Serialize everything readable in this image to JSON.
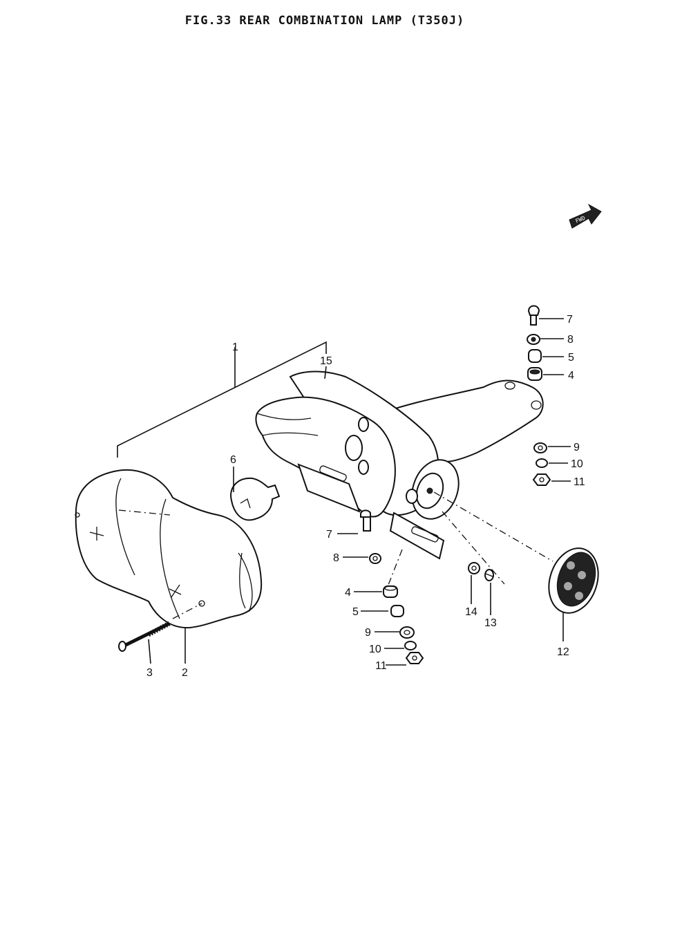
{
  "title": "FIG.33 REAR COMBINATION LAMP (T350J)",
  "fwd_label": "FWD",
  "labels": {
    "l1": "1",
    "l2": "2",
    "l3": "3",
    "l4a": "4",
    "l4b": "4",
    "l5a": "5",
    "l5b": "5",
    "l6": "6",
    "l7a": "7",
    "l7b": "7",
    "l8a": "8",
    "l8b": "8",
    "l9a": "9",
    "l9b": "9",
    "l10a": "10",
    "l10b": "10",
    "l11a": "11",
    "l11b": "11",
    "l12": "12",
    "l13": "13",
    "l14": "14",
    "l15": "15"
  }
}
